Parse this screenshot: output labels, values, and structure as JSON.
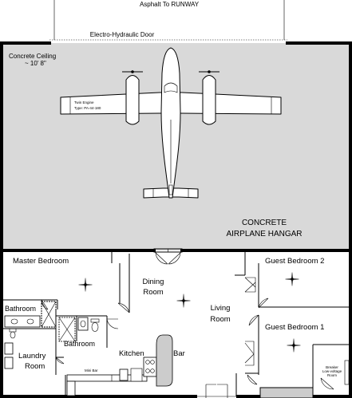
{
  "outside": {
    "runway_label": "Asphalt To RUNWAY",
    "door_label": "Electro-Hydraulic Door"
  },
  "hangar": {
    "ceiling_line1": "Concrete Ceiling",
    "ceiling_line2": "~ 10' 8\"",
    "name_line1": "CONCRETE",
    "name_line2": "AIRPLANE HANGAR",
    "floor_color": "#d9d9d9"
  },
  "airplane": {
    "line1": "Twin Engine",
    "line2": "Type: PA-44-180"
  },
  "rooms": {
    "master_bedroom": "Master Bedroom",
    "dining_line1": "Dining",
    "dining_line2": "Room",
    "living_line1": "Living",
    "living_line2": "Room",
    "guest_bedroom_2": "Guest Bedroom 2",
    "guest_bedroom_1": "Guest Bedroom 1",
    "bathroom_master": "Bathroom",
    "bathroom_center": "Bathroom",
    "laundry_line1": "Laundry",
    "laundry_line2": "Room",
    "kitchen": "Kitchen",
    "bar": "Bar",
    "mini_bar": "Mini Bar",
    "breaker_line1": "Breaker",
    "breaker_line2": "Low-voltage",
    "breaker_line3": "Room"
  },
  "icons": [
    "ceiling-fan-icon",
    "toilet-icon",
    "sink-icon",
    "bathtub-icon",
    "door-swing-icon",
    "stove-icon"
  ]
}
